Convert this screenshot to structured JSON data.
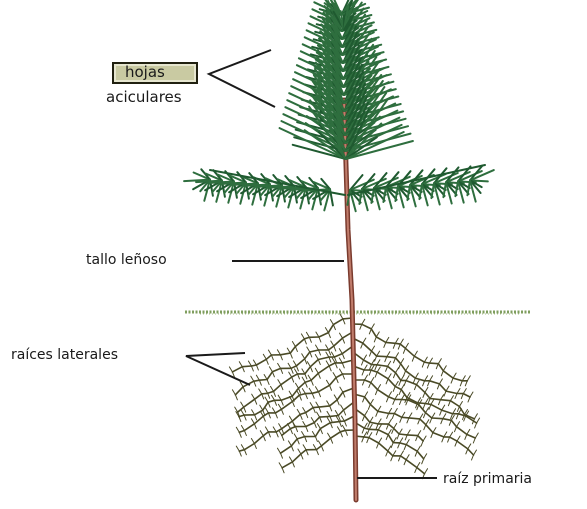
{
  "labels": {
    "hojas": "hojas",
    "aciculares": "aciculares",
    "tallo": "tallo leñoso",
    "raices_laterales": "raíces laterales",
    "raiz_primaria": "raíz primaria"
  },
  "colors": {
    "needle": "#2e6e3e",
    "needle_dark": "#1f5a30",
    "stem": "#8b4a3c",
    "root": "#4a4a26",
    "ground": "#7f9e5e",
    "label_box": "#c9caa2",
    "leader": "#1a1a1a"
  }
}
